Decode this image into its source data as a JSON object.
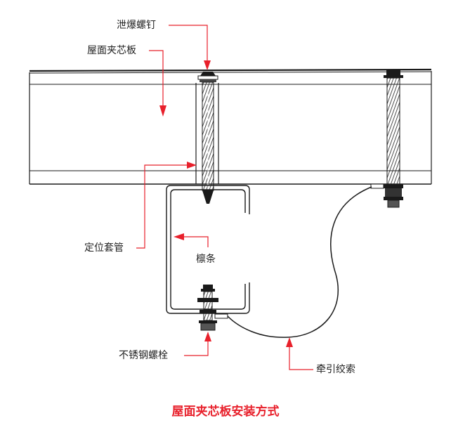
{
  "labels": {
    "explosion_screw": "泄爆螺钉",
    "sandwich_panel": "屋面夹芯板",
    "positioning_sleeve": "定位套管",
    "purlin": "檩条",
    "stainless_bolt": "不锈钢螺栓",
    "traction_cable": "牵引绞索"
  },
  "caption": "屋面夹芯板安装方式",
  "colors": {
    "leader": "#e8202b",
    "line": "#1a1a1a",
    "caption": "#e8202b"
  }
}
